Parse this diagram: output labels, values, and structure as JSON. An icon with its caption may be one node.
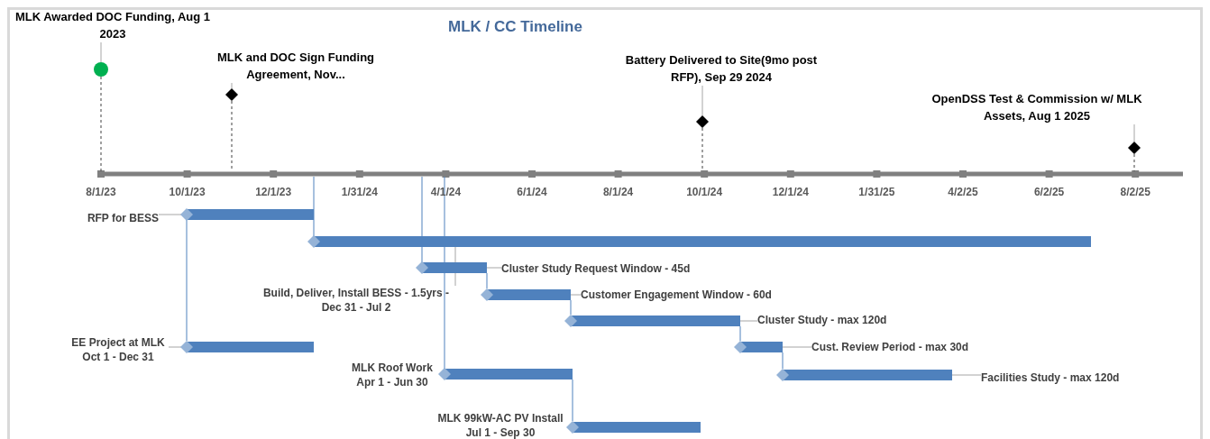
{
  "diagram": {
    "title": "MLK / CC Timeline",
    "nodes": [
      {
        "text": [
          "MLK Awarded DOC Funding, Aug 1 2023"
        ]
      },
      {
        "text": [],
        "shape": "circle"
      },
      {
        "text": [
          "MLK and DOC Sign Funding Agreement, Nov..."
        ]
      },
      {
        "text": [],
        "shape": "diamond"
      },
      {
        "text": [
          "Battery Delivered to Site(9mo post RFP), Sep 29 2024"
        ]
      },
      {
        "text": [],
        "shape": "diamond"
      },
      {
        "text": [
          "OpenDSS Test & Commission w/ MLK Assets, Aug 1 2025"
        ]
      },
      {
        "text": [],
        "shape": "diamond"
      },
      {
        "text": [
          "RFP for BESS"
        ]
      },
      {
        "text": [],
        "shape": "bar"
      },
      {
        "text": [],
        "shape": "bar"
      },
      {
        "text": [
          "Build, Deliver, Install BESS - 1.5yrs - Dec 31 - Jul 2"
        ]
      },
      {
        "text": [],
        "shape": "bar"
      },
      {
        "text": [
          "Cluster Study Request Window - 45d"
        ]
      },
      {
        "text": [],
        "shape": "bar"
      },
      {
        "text": [
          "Customer Engagement Window - 60d"
        ]
      },
      {
        "text": [],
        "shape": "bar"
      },
      {
        "text": [
          "Cluster Study - max 120d"
        ]
      },
      {
        "text": [],
        "shape": "bar"
      },
      {
        "text": [
          "Cust. Review Period - max 30d"
        ]
      },
      {
        "text": [],
        "shape": "bar"
      },
      {
        "text": [
          "Facilities Study - max 120d"
        ]
      },
      {
        "text": [
          "EE Project at MLK Oct 1 - Dec 31"
        ]
      },
      {
        "text": [],
        "shape": "bar"
      },
      {
        "text": [],
        "shape": "bar",
        "beside": [
          "MLK Roof Work Apr 1 - Jun 30"
        ]
      },
      {
        "text": [],
        "shape": "bar",
        "beside": [
          "MLK 99kW-AC PV Install Jul 1 - Sep 30"
        ]
      }
    ],
    "edges": [
      {
        "from": 0,
        "to": 1,
        "arrow": "none"
      },
      {
        "from": 2,
        "to": 3,
        "arrow": "none"
      },
      {
        "from": 4,
        "to": 5,
        "arrow": "none"
      },
      {
        "from": 6,
        "to": 7,
        "arrow": "none"
      },
      {
        "from": 8,
        "to": 9,
        "arrow": "none"
      },
      {
        "from": 11,
        "to": 10,
        "arrow": "none"
      },
      {
        "from": 13,
        "to": 12,
        "arrow": "none"
      },
      {
        "from": 15,
        "to": 14,
        "arrow": "none"
      },
      {
        "from": 17,
        "to": 16,
        "arrow": "none"
      },
      {
        "from": 19,
        "to": 18,
        "arrow": "none"
      },
      {
        "from": 21,
        "to": 20,
        "arrow": "none"
      },
      {
        "from": 22,
        "to": 23,
        "arrow": "none"
      },
      {
        "from": 9,
        "to": 23,
        "arrow": "none",
        "color": "#4f81bd"
      },
      {
        "from": 12,
        "to": 14,
        "arrow": "none",
        "color": "#4f81bd"
      },
      {
        "from": 14,
        "to": 16,
        "arrow": "none",
        "color": "#4f81bd"
      },
      {
        "from": 16,
        "to": 18,
        "arrow": "none",
        "color": "#4f81bd"
      },
      {
        "from": 18,
        "to": 20,
        "arrow": "none",
        "color": "#4f81bd"
      },
      {
        "from": 24,
        "to": 25,
        "arrow": "none",
        "color": "#4f81bd"
      }
    ],
    "labels": [
      "8/1/23",
      "10/1/23",
      "12/1/23",
      "1/31/24",
      "4/1/24",
      "6/1/24",
      "8/1/24",
      "10/1/24",
      "12/1/24",
      "1/31/25",
      "4/2/25",
      "6/2/25",
      "8/2/25"
    ]
  }
}
